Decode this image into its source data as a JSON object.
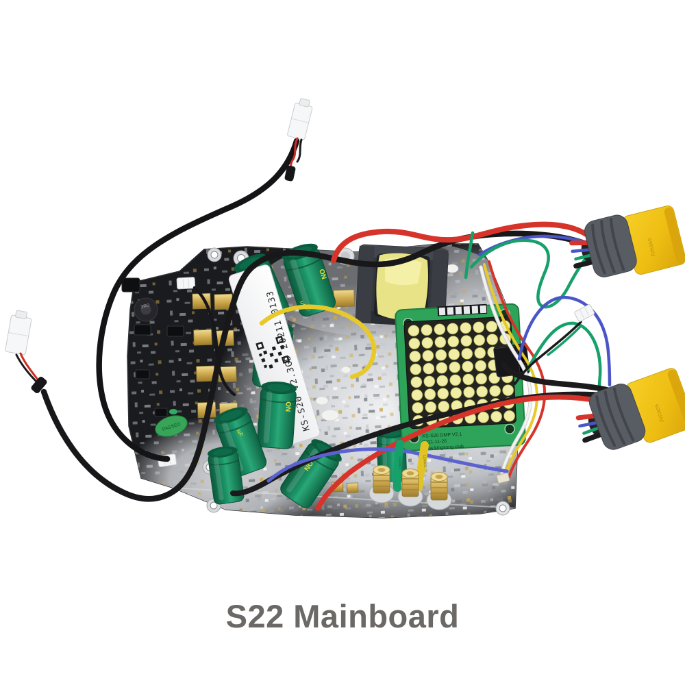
{
  "caption": {
    "text": "S22 Mainboard"
  },
  "board": {
    "label_sticker": {
      "text": "KS-S20 V2.3GD 20211 0133"
    },
    "qc_sticker": {
      "text": "PASSED"
    },
    "inductor_marking": "3R0",
    "capacitor_markings": [
      "ON",
      "uF"
    ],
    "wire_gauge_marking": "12AWG",
    "display_module": {
      "model": "KS-S20 DMP V2.1",
      "date": "2021-11-26",
      "url": "www.kingsong.club"
    },
    "connector_brand": "Amass"
  }
}
